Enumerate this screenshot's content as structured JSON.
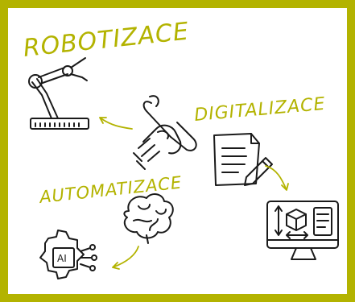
{
  "labels": {
    "robotization": "ROBOTIZACE",
    "digitalization": "DIGITALIZACE",
    "automation": "AUTOMATIZACE",
    "ai_badge": "AI"
  },
  "icons": {
    "robot_arm": "robot-arm-icon",
    "hand_wrench": "hand-wrench-icon",
    "document_pen": "document-pen-icon",
    "monitor_cad": "monitor-cad-icon",
    "brain": "brain-icon",
    "ai_gear": "ai-gear-icon"
  },
  "colors": {
    "accent": "#b3b300",
    "ink": "#1a1a1a",
    "background": "#ffffff"
  }
}
